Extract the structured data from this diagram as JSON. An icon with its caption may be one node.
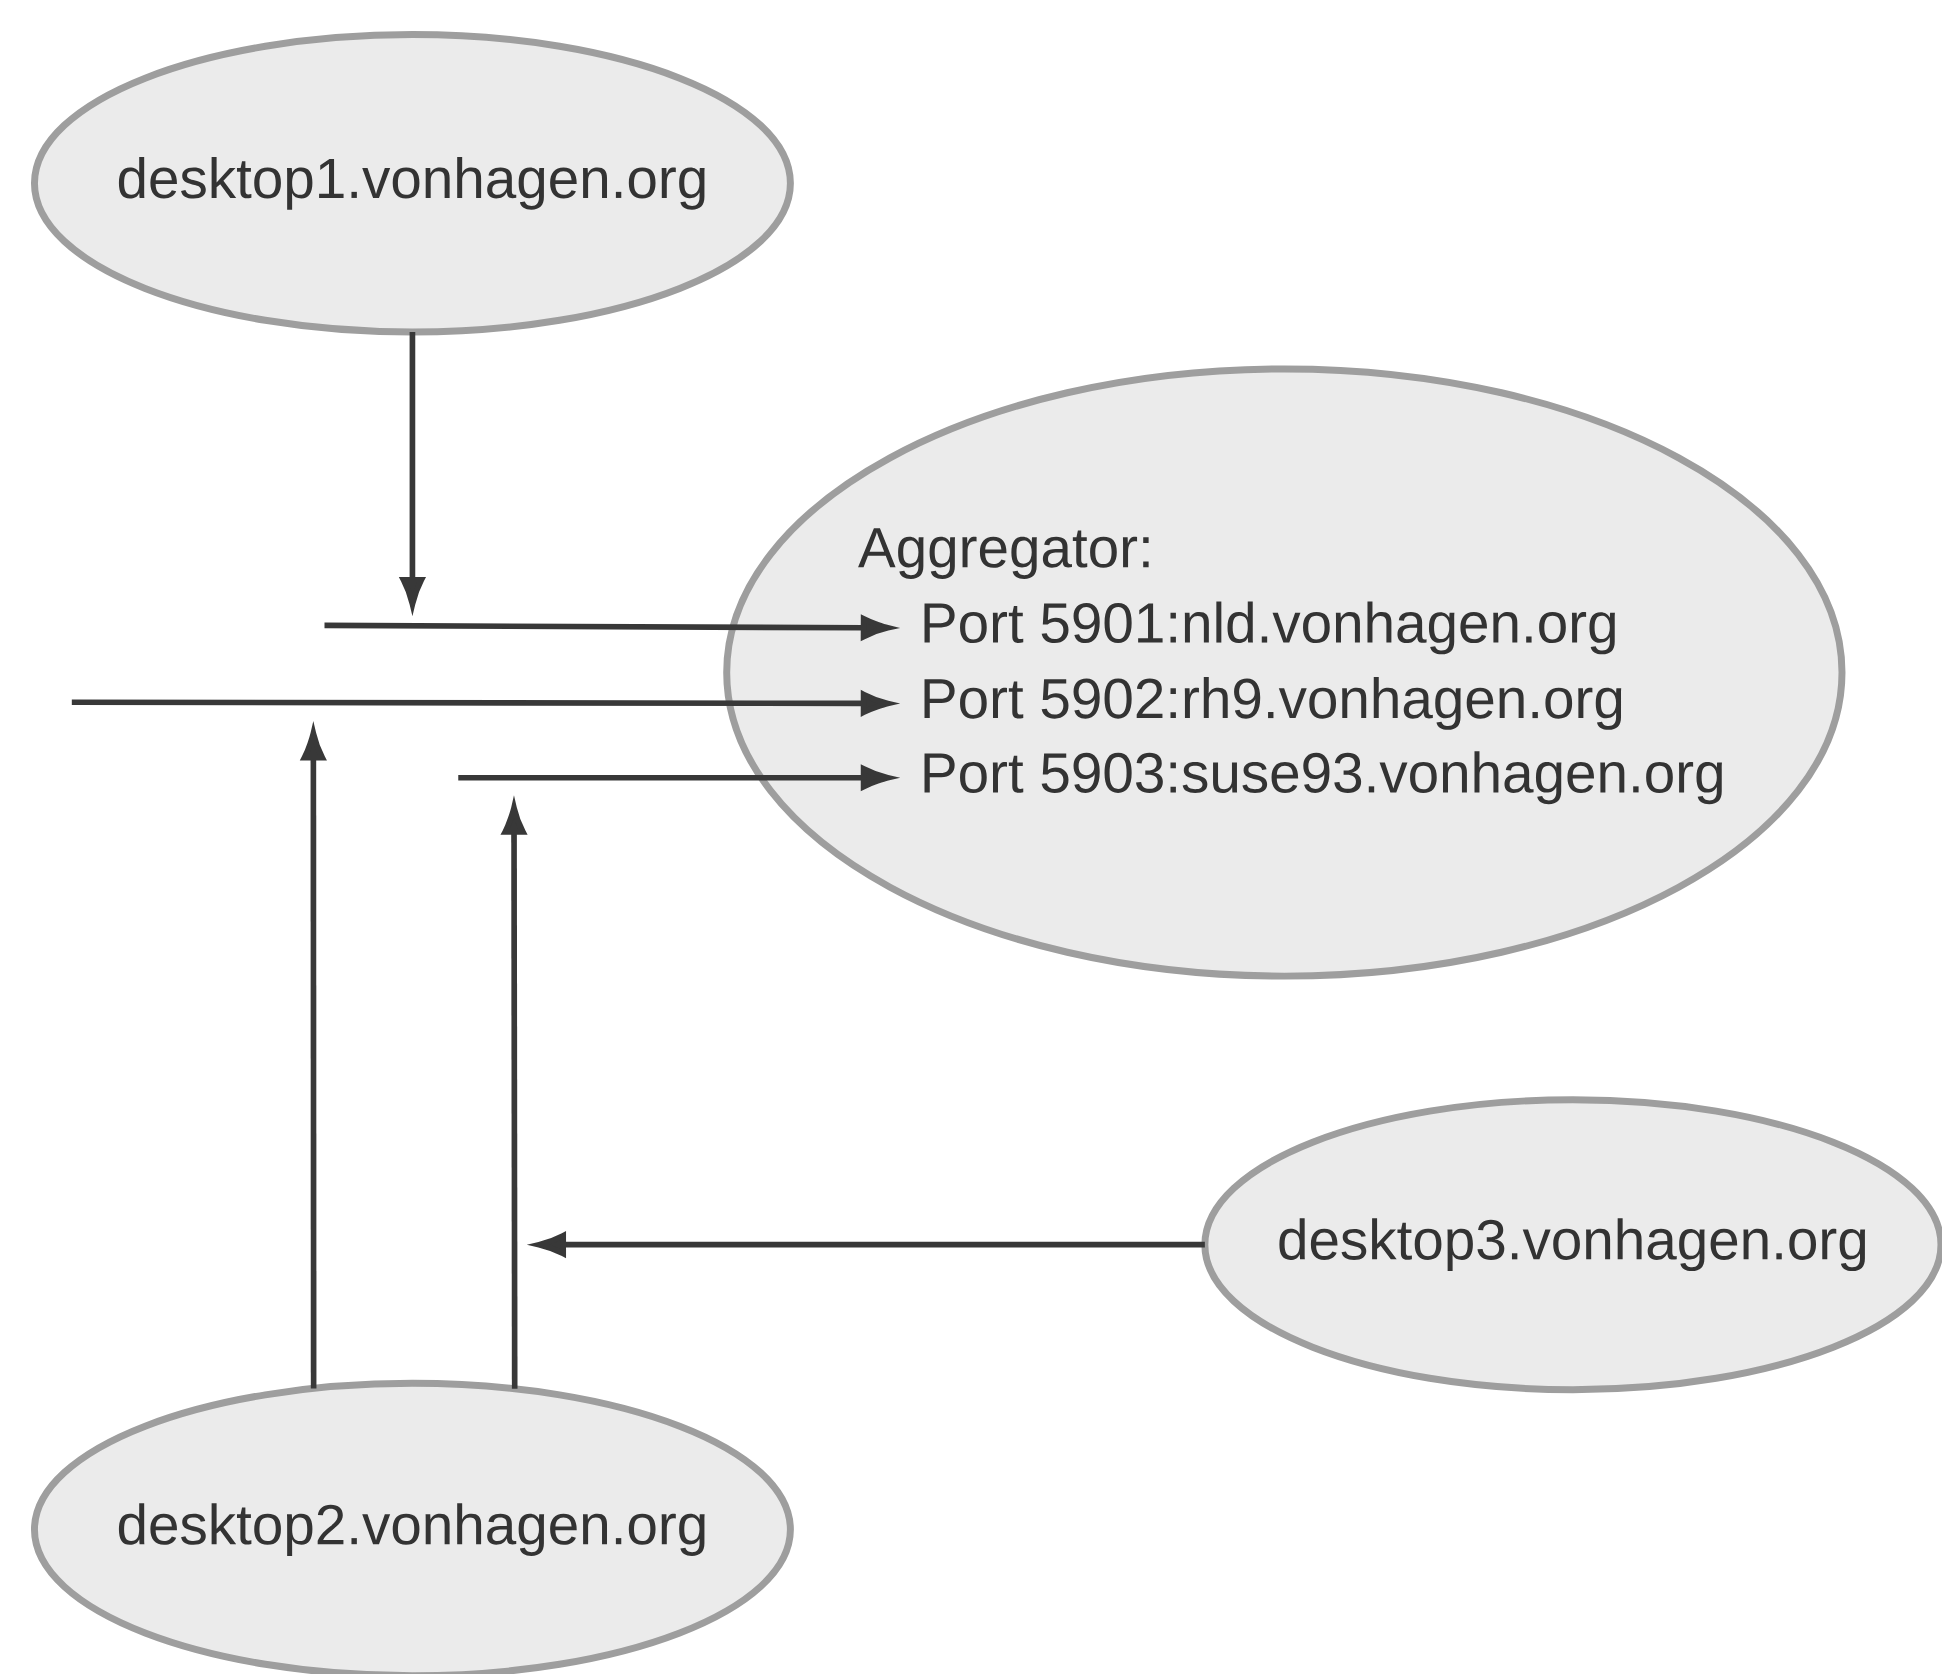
{
  "diagram": {
    "nodes": [
      {
        "text": [
          "desktop1.vonhagen.org"
        ]
      },
      {
        "text": [
          "Aggregator:"
        ]
      },
      {
        "text": [
          "Port 5901:nld.vonhagen.org"
        ],
        "in": 1
      },
      {
        "text": [
          "Port 5902:rh9.vonhagen.org"
        ],
        "in": 1
      },
      {
        "text": [
          "Port 5903:suse93.vonhagen.org"
        ],
        "in": 1
      },
      {
        "text": [
          "desktop3.vonhagen.org"
        ]
      },
      {
        "text": [
          "desktop2.vonhagen.org"
        ]
      }
    ],
    "edges": [
      {
        "from": 0,
        "to": null,
        "arrow": "to"
      },
      {
        "from": null,
        "to": 2,
        "arrow": "to"
      },
      {
        "from": null,
        "to": 3,
        "arrow": "to"
      },
      {
        "from": null,
        "to": 4,
        "arrow": "to"
      },
      {
        "from": 6,
        "to": null,
        "arrow": "to"
      },
      {
        "from": 6,
        "to": null,
        "arrow": "to"
      },
      {
        "from": 5,
        "to": null,
        "arrow": "to"
      }
    ]
  }
}
